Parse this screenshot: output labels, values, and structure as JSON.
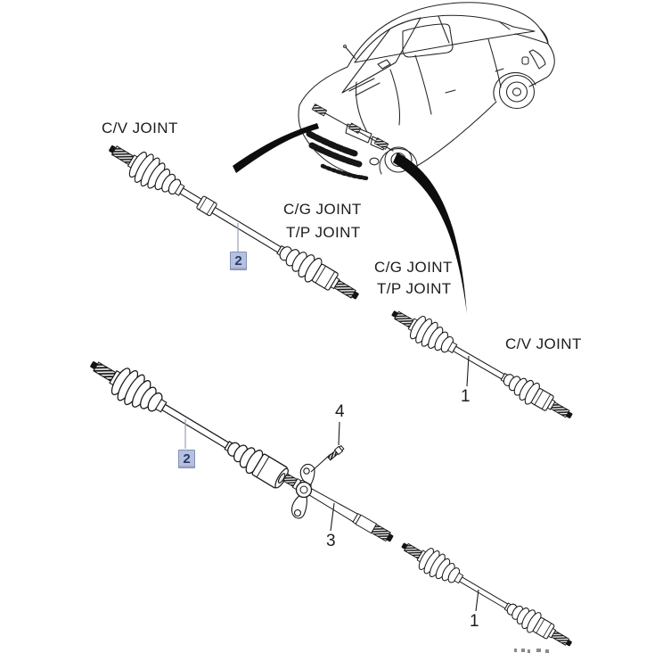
{
  "diagram": {
    "labels": {
      "upper_axle_outer": "C/V JOINT",
      "upper_axle_inner_line1": "C/G JOINT",
      "upper_axle_inner_line2": "T/P JOINT",
      "right_axle_inner_line1": "C/G JOINT",
      "right_axle_inner_line2": "T/P JOINT",
      "right_axle_outer": "C/V JOINT"
    },
    "callouts": {
      "halfshaft_upper_left": "2",
      "halfshaft_lower_left": "2",
      "halfshaft_middle_right": "1",
      "halfshaft_lower_right": "1",
      "intermediate_shaft": "3",
      "bracket_bolt": "4"
    },
    "colors": {
      "line": "#1d1d1d",
      "highlight_fill": "#b6c1dd",
      "highlight_border": "#8391bb",
      "highlight_text": "#27396a",
      "leader_gray": "#98a0b4"
    }
  }
}
